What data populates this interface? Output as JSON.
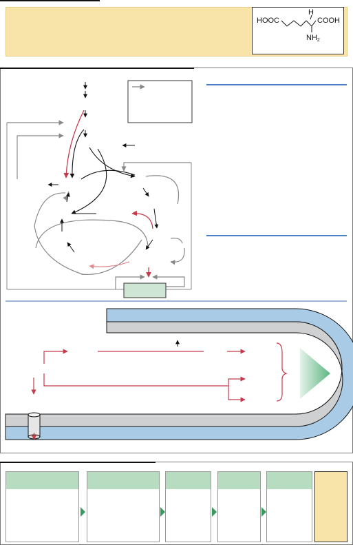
{
  "colors": {
    "header_fill": "#f8e4a8",
    "header_border": "#e2cc86",
    "panel_border": "#777777",
    "blue_rule": "#4a7ec5",
    "arrow_black": "#111111",
    "arrow_gray": "#888888",
    "arrow_red": "#c63a4a",
    "arrow_pink": "#e08a90",
    "membrane_blue": "#a9cbe6",
    "membrane_gray": "#cfd0d2",
    "green_box": "#cfe5d4",
    "green_cone": "#7ec49b",
    "panel_green": "#b7dcc0",
    "step_arrow_green": "#3a9a5e",
    "final_box_fill": "#f8e4a8"
  },
  "structure": {
    "left_group": "HOOC",
    "right_group": "COOH",
    "h_label": "H",
    "amine_label": "NH",
    "amine_subscript": "2"
  },
  "icons": {
    "channel": "cylinder-channel-icon",
    "step_arrow": "triangle-right-icon",
    "vesicle_cone": "triangular-vesicle-icon"
  }
}
